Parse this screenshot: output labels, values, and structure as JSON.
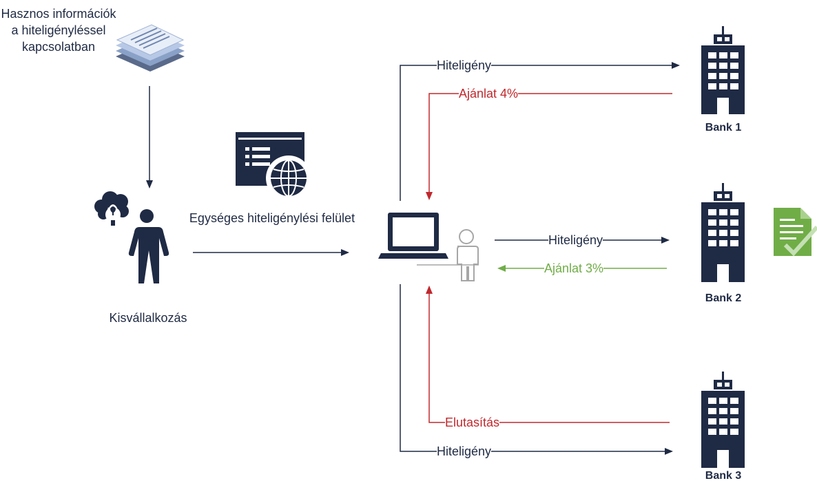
{
  "info_document": {
    "text": "Hasznos információk a hiteligényléssel kapcsolatban",
    "icon": "documents-stack-icon"
  },
  "sme": {
    "label": "Kisvállalkozás",
    "icon": "person-with-idea-icon"
  },
  "portal": {
    "label": "Egységes hiteligénylési felület",
    "icon": "web-application-globe-icon"
  },
  "broker": {
    "icon": "laptop-with-user-icon"
  },
  "banks": [
    {
      "name": "Bank 1",
      "request_label": "Hiteligény",
      "response_label": "Ajánlat 4%",
      "response_type": "offer"
    },
    {
      "name": "Bank 2",
      "request_label": "Hiteligény",
      "response_label": "Ajánlat 3%",
      "response_type": "best-offer",
      "badge_icon": "approved-document-icon"
    },
    {
      "name": "Bank 3",
      "request_label": "Hiteligény",
      "response_label": "Elutasítás",
      "response_type": "rejection"
    }
  ],
  "colors": {
    "navy": "#1f2a44",
    "red": "#c0282d",
    "green": "#70ad47",
    "gray": "#a6a6a6"
  }
}
